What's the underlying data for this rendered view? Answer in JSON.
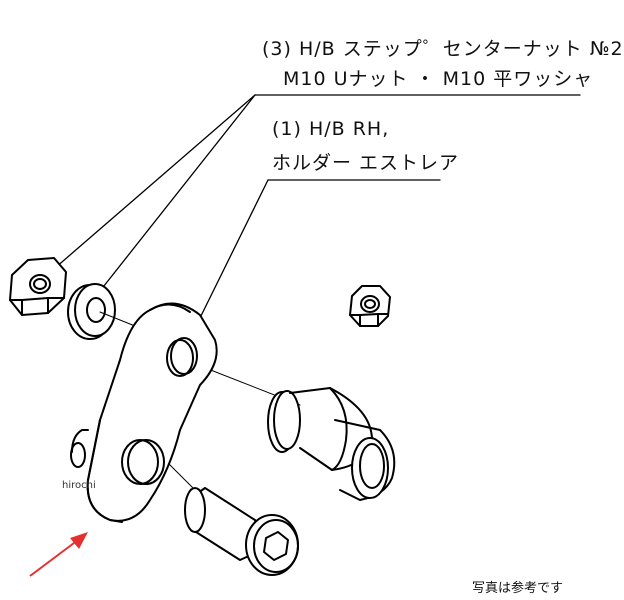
{
  "callouts": {
    "part3": {
      "line1": "(3) H/B ステップ゜センターナット №2",
      "line2": "M10 Uナット ・ M10 平ワッシャ"
    },
    "part1": {
      "line1": "(1) H/B RH,",
      "line2": "ホルダー エストレア"
    }
  },
  "watermark": "hirochi",
  "disclaimer": "写真は参考です",
  "colors": {
    "line": "#000000",
    "arrow": "#e53030",
    "background": "#ffffff"
  }
}
